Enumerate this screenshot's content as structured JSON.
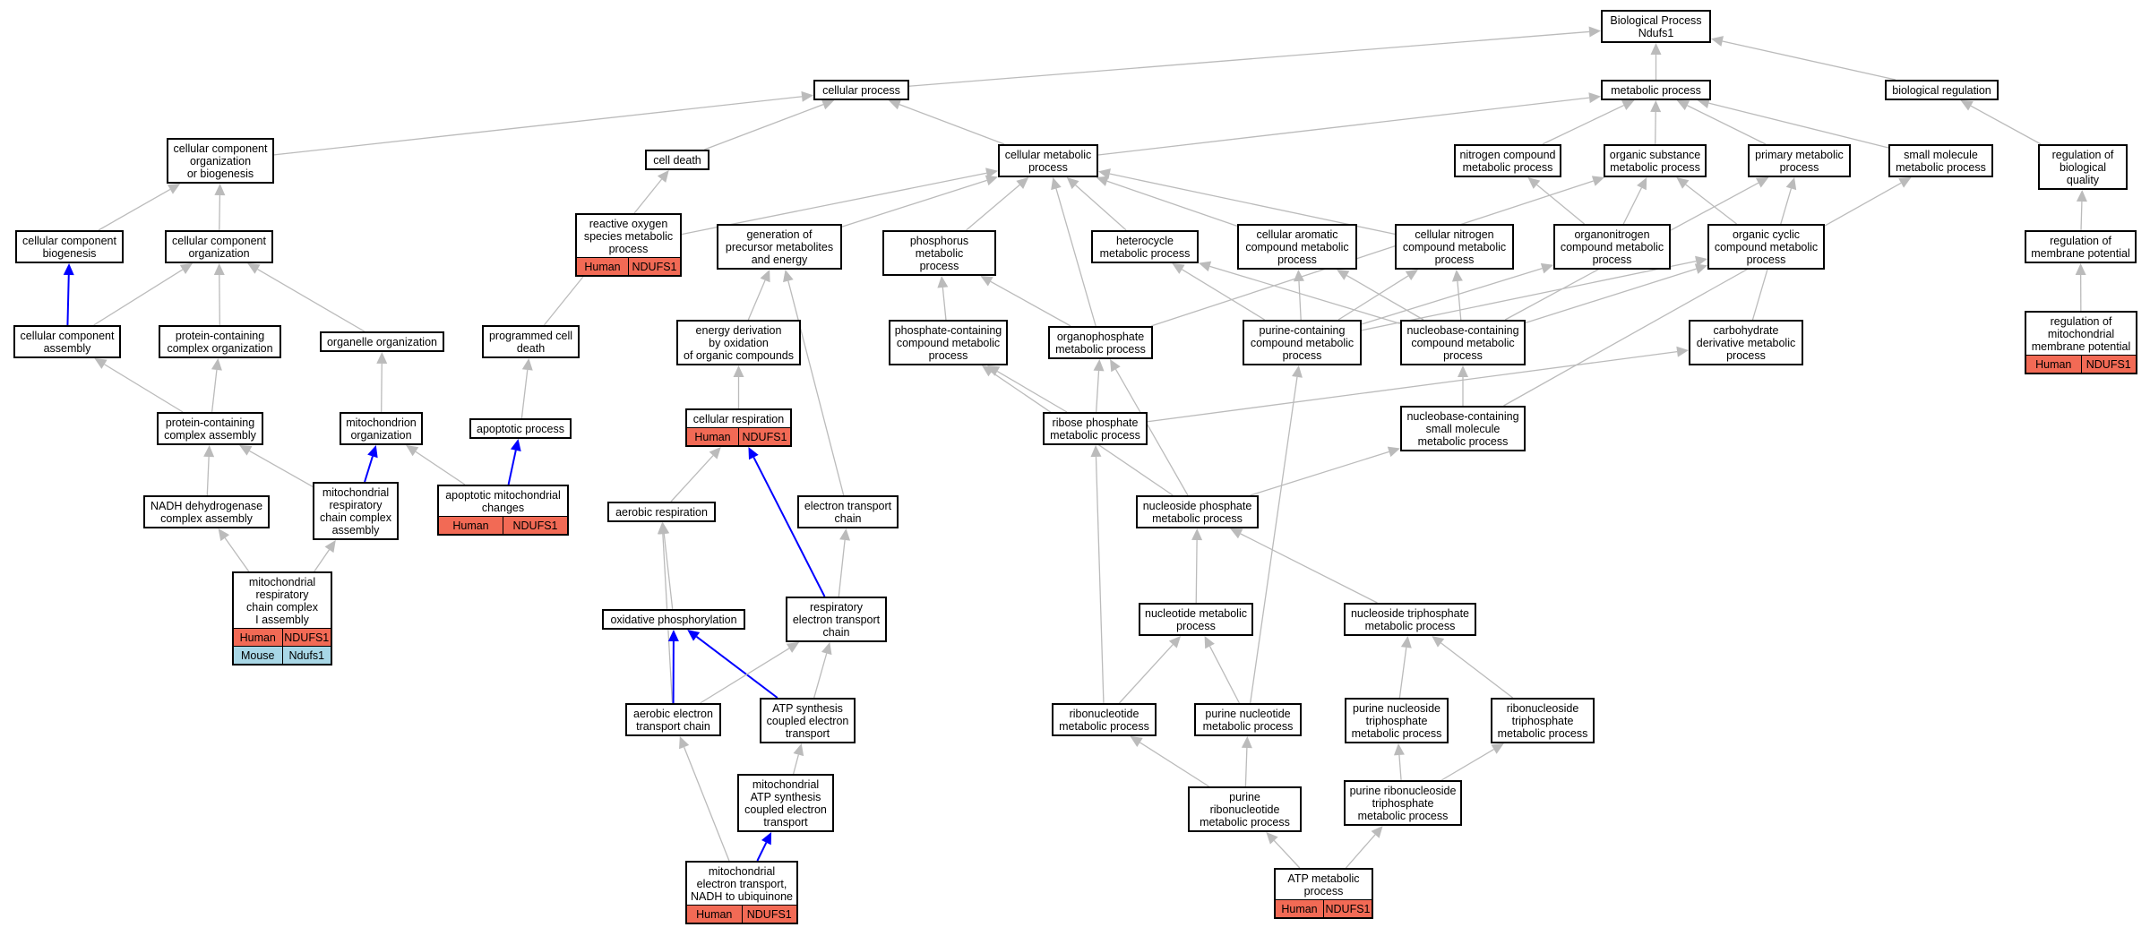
{
  "colors": {
    "edge_gray": "#bbbbbb",
    "edge_blue": "#0000ff",
    "human": "#f26a55",
    "mouse": "#a8d7e6"
  },
  "nodes": {
    "bp_root": {
      "label": "Biological Process\nNdufs1"
    },
    "cellular_process": {
      "label": "cellular process"
    },
    "metabolic_process": {
      "label": "metabolic process"
    },
    "biological_regulation": {
      "label": "biological regulation"
    },
    "cco_or_biogenesis": {
      "label": "cellular component\norganization\nor biogenesis"
    },
    "cell_death": {
      "label": "cell death"
    },
    "cellular_metabolic": {
      "label": "cellular metabolic\nprocess"
    },
    "nitrogen_compound": {
      "label": "nitrogen compound\nmetabolic process"
    },
    "organic_substance": {
      "label": "organic substance\nmetabolic process"
    },
    "primary_metabolic": {
      "label": "primary metabolic\nprocess"
    },
    "small_molecule": {
      "label": "small molecule\nmetabolic process"
    },
    "reg_bio_quality": {
      "label": "regulation of\nbiological quality"
    },
    "ros_metabolic": {
      "label": "reactive oxygen\nspecies metabolic\nprocess",
      "annotation": {
        "species": "Human",
        "gene": "NDUFS1"
      }
    },
    "cc_biogenesis": {
      "label": "cellular component\nbiogenesis"
    },
    "cc_organization": {
      "label": "cellular component\norganization"
    },
    "gen_precursor": {
      "label": "generation of\nprecursor metabolites\nand energy"
    },
    "phosphorus_metabolic": {
      "label": "phosphorus metabolic\nprocess"
    },
    "heterocycle_metabolic": {
      "label": "heterocycle\nmetabolic process"
    },
    "cellular_aromatic": {
      "label": "cellular aromatic\ncompound metabolic\nprocess"
    },
    "cellular_nitrogen": {
      "label": "cellular nitrogen\ncompound metabolic\nprocess"
    },
    "organonitrogen": {
      "label": "organonitrogen\ncompound metabolic\nprocess"
    },
    "organic_cyclic": {
      "label": "organic cyclic\ncompound metabolic\nprocess"
    },
    "reg_membrane_potential": {
      "label": "regulation of\nmembrane potential"
    },
    "cc_assembly": {
      "label": "cellular component\nassembly"
    },
    "protein_complex_org": {
      "label": "protein-containing\ncomplex organization"
    },
    "organelle_org": {
      "label": "organelle organization"
    },
    "programmed_cell_death": {
      "label": "programmed cell\ndeath"
    },
    "energy_derivation": {
      "label": "energy derivation\nby oxidation\nof organic compounds"
    },
    "phosphate_containing": {
      "label": "phosphate-containing\ncompound metabolic\nprocess"
    },
    "organophosphate": {
      "label": "organophosphate\nmetabolic process"
    },
    "purine_containing": {
      "label": "purine-containing\ncompound metabolic\nprocess"
    },
    "nucleobase_containing": {
      "label": "nucleobase-containing\ncompound metabolic\nprocess"
    },
    "carbohydrate_derivative": {
      "label": "carbohydrate\nderivative metabolic\nprocess"
    },
    "reg_mito_membrane": {
      "label": "regulation of\nmitochondrial\nmembrane potential",
      "annotation": {
        "species": "Human",
        "gene": "NDUFS1"
      }
    },
    "protein_complex_assembly": {
      "label": "protein-containing\ncomplex assembly"
    },
    "mitochondrion_org": {
      "label": "mitochondrion\norganization"
    },
    "apoptotic_process": {
      "label": "apoptotic process"
    },
    "cellular_respiration": {
      "label": "cellular respiration",
      "annotation": {
        "species": "Human",
        "gene": "NDUFS1"
      }
    },
    "ribose_phosphate": {
      "label": "ribose phosphate\nmetabolic process"
    },
    "nucleobase_small_mol": {
      "label": "nucleobase-containing\nsmall molecule\nmetabolic process"
    },
    "nadh_dh_assembly": {
      "label": "NADH dehydrogenase\ncomplex assembly"
    },
    "mito_resp_chain_assembly": {
      "label": "mitochondrial\nrespiratory\nchain complex\nassembly"
    },
    "apoptotic_mito_changes": {
      "label": "apoptotic mitochondrial\nchanges",
      "annotation": {
        "species": "Human",
        "gene": "NDUFS1"
      }
    },
    "aerobic_respiration": {
      "label": "aerobic respiration"
    },
    "electron_transport_chain": {
      "label": "electron transport\nchain"
    },
    "nucleoside_phosphate": {
      "label": "nucleoside phosphate\nmetabolic process"
    },
    "mito_complex_i_assembly": {
      "label": "mitochondrial\nrespiratory\nchain complex\nI assembly",
      "annotation": {
        "species": "Human",
        "gene": "NDUFS1"
      },
      "annotation2": {
        "species": "Mouse",
        "gene": "Ndufs1"
      }
    },
    "oxidative_phosphorylation": {
      "label": "oxidative phosphorylation"
    },
    "respiratory_etc": {
      "label": "respiratory\nelectron transport\nchain"
    },
    "nucleotide_metabolic": {
      "label": "nucleotide metabolic\nprocess"
    },
    "nucleoside_triphosphate": {
      "label": "nucleoside triphosphate\nmetabolic process"
    },
    "aerobic_etc": {
      "label": "aerobic electron\ntransport chain"
    },
    "atp_synthesis_coupled": {
      "label": "ATP synthesis\ncoupled electron\ntransport"
    },
    "ribonucleotide_metabolic": {
      "label": "ribonucleotide\nmetabolic process"
    },
    "purine_nucleotide": {
      "label": "purine nucleotide\nmetabolic process"
    },
    "purine_nucleoside_tp": {
      "label": "purine nucleoside\ntriphosphate\nmetabolic process"
    },
    "ribonucleoside_tp": {
      "label": "ribonucleoside\ntriphosphate\nmetabolic process"
    },
    "mito_atp_synthesis": {
      "label": "mitochondrial\nATP synthesis\ncoupled electron\ntransport"
    },
    "purine_ribonucleotide": {
      "label": "purine ribonucleotide\nmetabolic process"
    },
    "purine_ribonucleoside_tp": {
      "label": "purine ribonucleoside\ntriphosphate\nmetabolic process"
    },
    "mito_et_nadh": {
      "label": "mitochondrial\nelectron transport,\nNADH to ubiquinone",
      "annotation": {
        "species": "Human",
        "gene": "NDUFS1"
      }
    },
    "atp_metabolic": {
      "label": "ATP metabolic\nprocess",
      "annotation": {
        "species": "Human",
        "gene": "NDUFS1"
      }
    }
  },
  "edges": [
    {
      "from": "cellular_process",
      "to": "bp_root"
    },
    {
      "from": "metabolic_process",
      "to": "bp_root"
    },
    {
      "from": "biological_regulation",
      "to": "bp_root"
    },
    {
      "from": "cco_or_biogenesis",
      "to": "cellular_process"
    },
    {
      "from": "cell_death",
      "to": "cellular_process"
    },
    {
      "from": "cellular_metabolic",
      "to": "cellular_process"
    },
    {
      "from": "cellular_metabolic",
      "to": "metabolic_process"
    },
    {
      "from": "nitrogen_compound",
      "to": "metabolic_process"
    },
    {
      "from": "organic_substance",
      "to": "metabolic_process"
    },
    {
      "from": "primary_metabolic",
      "to": "metabolic_process"
    },
    {
      "from": "small_molecule",
      "to": "metabolic_process"
    },
    {
      "from": "reg_bio_quality",
      "to": "biological_regulation"
    },
    {
      "from": "cc_biogenesis",
      "to": "cco_or_biogenesis"
    },
    {
      "from": "cc_organization",
      "to": "cco_or_biogenesis"
    },
    {
      "from": "ros_metabolic",
      "to": "cellular_metabolic"
    },
    {
      "from": "gen_precursor",
      "to": "cellular_metabolic"
    },
    {
      "from": "phosphorus_metabolic",
      "to": "cellular_metabolic"
    },
    {
      "from": "heterocycle_metabolic",
      "to": "cellular_metabolic"
    },
    {
      "from": "cellular_aromatic",
      "to": "cellular_metabolic"
    },
    {
      "from": "cellular_nitrogen",
      "to": "cellular_metabolic"
    },
    {
      "from": "organophosphate",
      "to": "cellular_metabolic"
    },
    {
      "from": "organonitrogen",
      "to": "nitrogen_compound"
    },
    {
      "from": "organonitrogen",
      "to": "organic_substance"
    },
    {
      "from": "organic_cyclic",
      "to": "organic_substance"
    },
    {
      "from": "carbohydrate_derivative",
      "to": "primary_metabolic"
    },
    {
      "from": "nucleobase_small_mol",
      "to": "small_molecule"
    },
    {
      "from": "reg_membrane_potential",
      "to": "reg_bio_quality"
    },
    {
      "from": "reg_mito_membrane",
      "to": "reg_membrane_potential"
    },
    {
      "from": "programmed_cell_death",
      "to": "cell_death"
    },
    {
      "from": "apoptotic_process",
      "to": "programmed_cell_death"
    },
    {
      "from": "apoptotic_mito_changes",
      "to": "apoptotic_process",
      "blue": true
    },
    {
      "from": "cc_assembly",
      "to": "cc_biogenesis",
      "blue": true
    },
    {
      "from": "cc_assembly",
      "to": "cc_organization"
    },
    {
      "from": "protein_complex_org",
      "to": "cc_organization"
    },
    {
      "from": "organelle_org",
      "to": "cc_organization"
    },
    {
      "from": "protein_complex_assembly",
      "to": "cc_assembly"
    },
    {
      "from": "protein_complex_assembly",
      "to": "protein_complex_org"
    },
    {
      "from": "mitochondrion_org",
      "to": "organelle_org"
    },
    {
      "from": "mito_resp_chain_assembly",
      "to": "mitochondrion_org",
      "blue": true
    },
    {
      "from": "mito_resp_chain_assembly",
      "to": "protein_complex_assembly"
    },
    {
      "from": "apoptotic_mito_changes",
      "to": "mitochondrion_org"
    },
    {
      "from": "nadh_dh_assembly",
      "to": "protein_complex_assembly"
    },
    {
      "from": "mito_complex_i_assembly",
      "to": "nadh_dh_assembly"
    },
    {
      "from": "mito_complex_i_assembly",
      "to": "mito_resp_chain_assembly"
    },
    {
      "from": "energy_derivation",
      "to": "gen_precursor"
    },
    {
      "from": "cellular_respiration",
      "to": "energy_derivation"
    },
    {
      "from": "aerobic_respiration",
      "to": "cellular_respiration"
    },
    {
      "from": "respiratory_etc",
      "to": "cellular_respiration",
      "blue": true
    },
    {
      "from": "electron_transport_chain",
      "to": "gen_precursor"
    },
    {
      "from": "respiratory_etc",
      "to": "electron_transport_chain"
    },
    {
      "from": "oxidative_phosphorylation",
      "to": "aerobic_respiration"
    },
    {
      "from": "aerobic_etc",
      "to": "aerobic_respiration"
    },
    {
      "from": "aerobic_etc",
      "to": "oxidative_phosphorylation",
      "blue": true
    },
    {
      "from": "atp_synthesis_coupled",
      "to": "oxidative_phosphorylation",
      "blue": true
    },
    {
      "from": "aerobic_etc",
      "to": "respiratory_etc"
    },
    {
      "from": "atp_synthesis_coupled",
      "to": "respiratory_etc"
    },
    {
      "from": "mito_atp_synthesis",
      "to": "atp_synthesis_coupled"
    },
    {
      "from": "mito_et_nadh",
      "to": "mito_atp_synthesis",
      "blue": true
    },
    {
      "from": "mito_et_nadh",
      "to": "aerobic_etc"
    },
    {
      "from": "phosphate_containing",
      "to": "phosphorus_metabolic"
    },
    {
      "from": "organophosphate",
      "to": "phosphorus_metabolic"
    },
    {
      "from": "organophosphate",
      "to": "organic_substance"
    },
    {
      "from": "ribose_phosphate",
      "to": "phosphate_containing"
    },
    {
      "from": "ribose_phosphate",
      "to": "organophosphate"
    },
    {
      "from": "ribose_phosphate",
      "to": "carbohydrate_derivative"
    },
    {
      "from": "purine_containing",
      "to": "heterocycle_metabolic"
    },
    {
      "from": "purine_containing",
      "to": "cellular_aromatic"
    },
    {
      "from": "purine_containing",
      "to": "cellular_nitrogen"
    },
    {
      "from": "purine_containing",
      "to": "organonitrogen"
    },
    {
      "from": "purine_containing",
      "to": "organic_cyclic"
    },
    {
      "from": "nucleobase_containing",
      "to": "heterocycle_metabolic"
    },
    {
      "from": "nucleobase_containing",
      "to": "cellular_aromatic"
    },
    {
      "from": "nucleobase_containing",
      "to": "cellular_nitrogen"
    },
    {
      "from": "nucleobase_containing",
      "to": "organic_cyclic"
    },
    {
      "from": "nucleobase_containing",
      "to": "primary_metabolic"
    },
    {
      "from": "nucleobase_small_mol",
      "to": "nucleobase_containing"
    },
    {
      "from": "nucleoside_phosphate",
      "to": "phosphate_containing"
    },
    {
      "from": "nucleoside_phosphate",
      "to": "organophosphate"
    },
    {
      "from": "nucleoside_phosphate",
      "to": "nucleobase_small_mol"
    },
    {
      "from": "nucleotide_metabolic",
      "to": "nucleoside_phosphate"
    },
    {
      "from": "nucleoside_triphosphate",
      "to": "nucleoside_phosphate"
    },
    {
      "from": "ribonucleotide_metabolic",
      "to": "ribose_phosphate"
    },
    {
      "from": "ribonucleotide_metabolic",
      "to": "nucleotide_metabolic"
    },
    {
      "from": "purine_nucleotide",
      "to": "nucleotide_metabolic"
    },
    {
      "from": "purine_nucleotide",
      "to": "purine_containing"
    },
    {
      "from": "purine_ribonucleotide",
      "to": "ribonucleotide_metabolic"
    },
    {
      "from": "purine_ribonucleotide",
      "to": "purine_nucleotide"
    },
    {
      "from": "purine_nucleoside_tp",
      "to": "nucleoside_triphosphate"
    },
    {
      "from": "ribonucleoside_tp",
      "to": "nucleoside_triphosphate"
    },
    {
      "from": "purine_ribonucleoside_tp",
      "to": "purine_nucleoside_tp"
    },
    {
      "from": "purine_ribonucleoside_tp",
      "to": "ribonucleoside_tp"
    },
    {
      "from": "atp_metabolic",
      "to": "purine_ribonucleotide"
    },
    {
      "from": "atp_metabolic",
      "to": "purine_ribonucleoside_tp"
    }
  ]
}
